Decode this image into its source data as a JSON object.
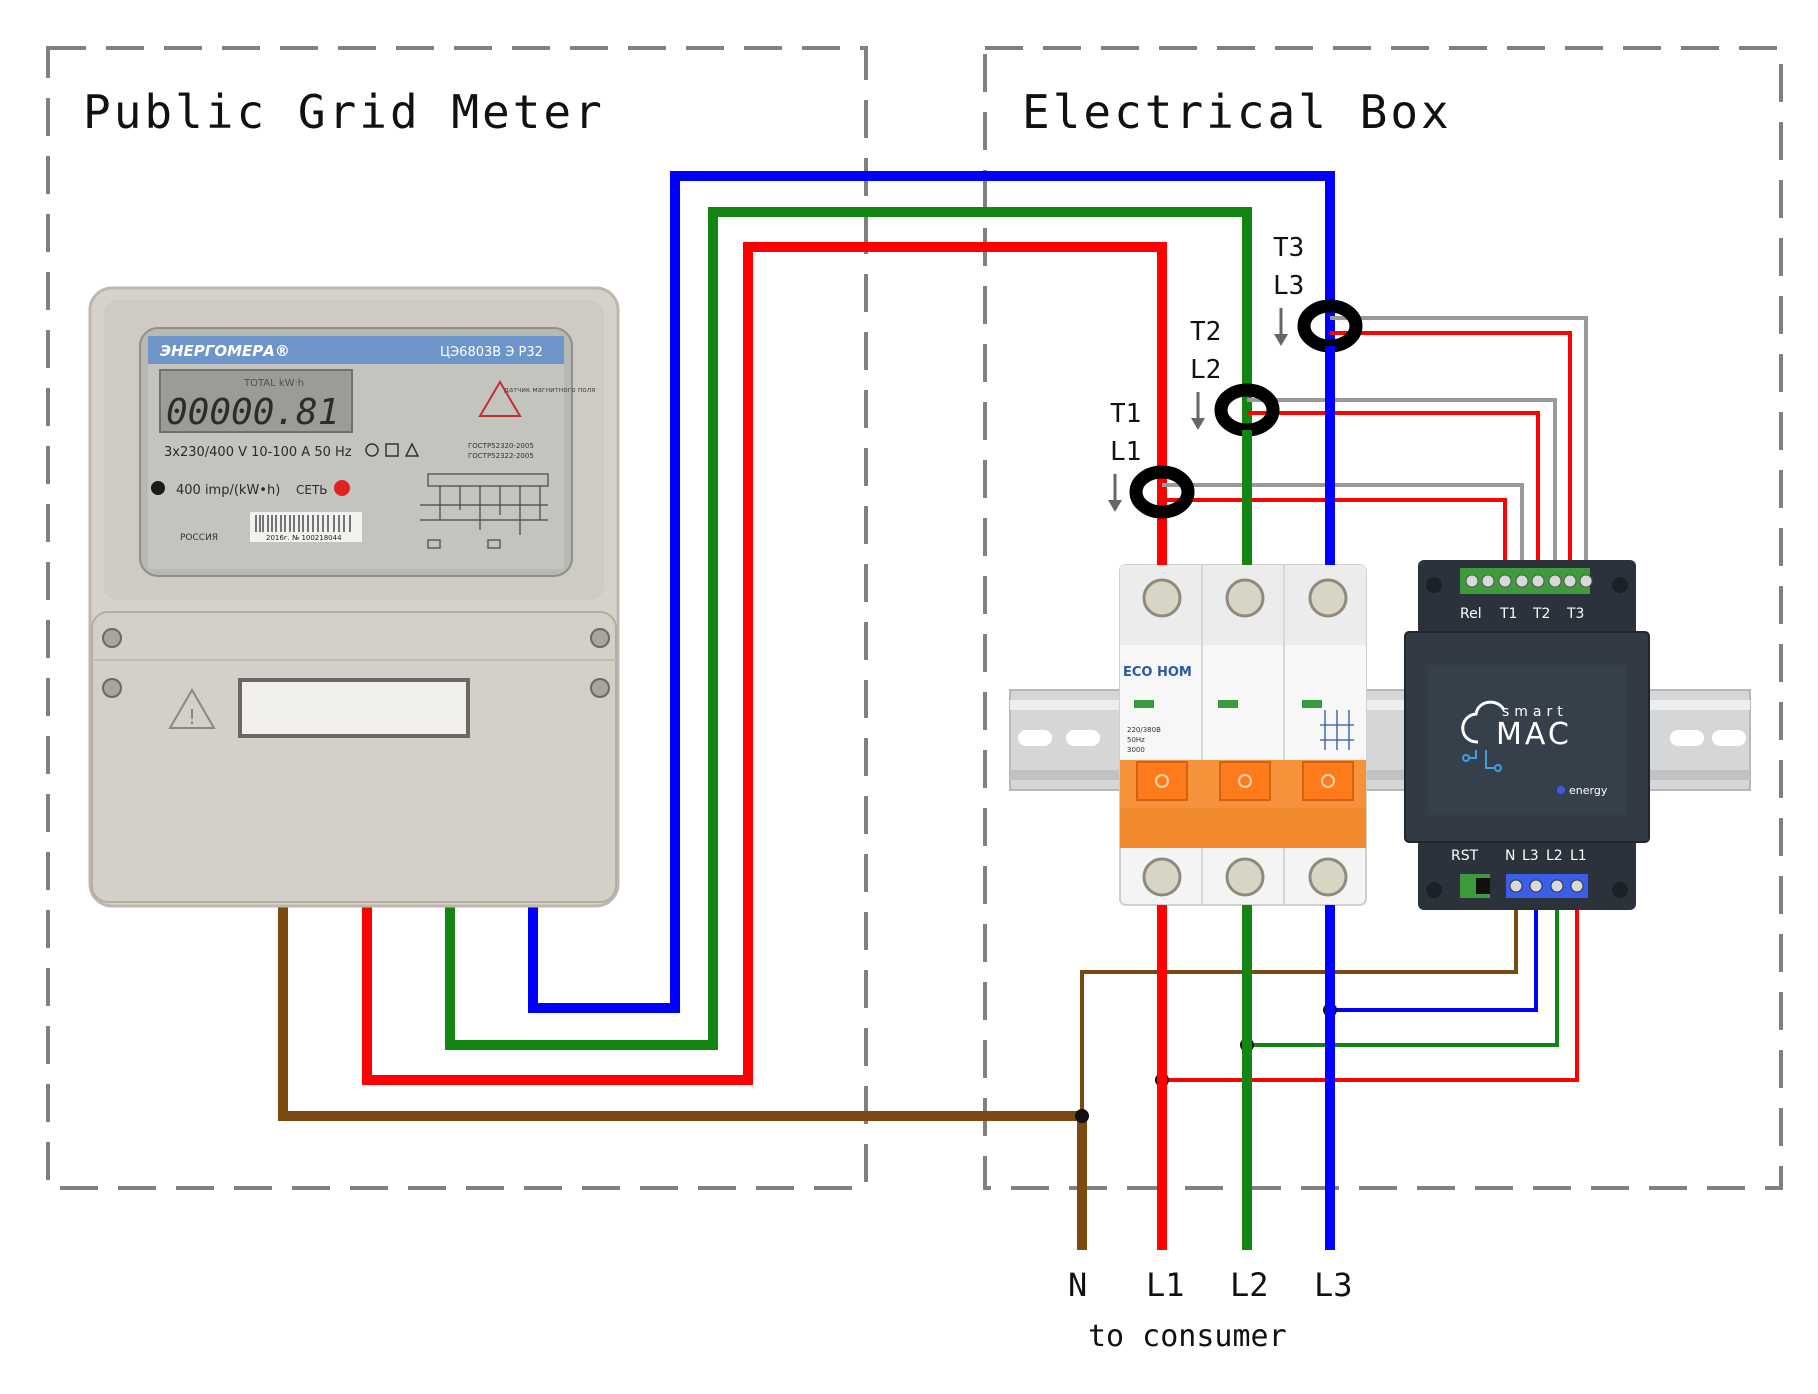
{
  "regions": {
    "meter_title": "Public Grid Meter",
    "box_title": "Electrical Box"
  },
  "meter": {
    "brand": "ЭНЕРГОМЕРА®",
    "model": "ЦЭ6803В Э Р32",
    "display_label": "TOTAL kW·h",
    "reading": "00000.81",
    "rating": "3x230/400 V  10-100 A   50 Hz",
    "impulse": "400 imp/(kW•h)",
    "network_label": "СЕТЬ",
    "country": "РОССИЯ",
    "standard_1": "ГОСТР52320-2005",
    "standard_2": "ГОСТР52322-2005",
    "warning_text": "датчик магнитного поля",
    "barcode_text": "2016г. № 100218044"
  },
  "breaker": {
    "brand": "ECO HOM",
    "spec_line_1": "220/380В",
    "spec_line_2": "50Hz",
    "spec_line_3": "3000"
  },
  "smartmac": {
    "brand_top": "smart",
    "brand_main": "MAC",
    "sub": "energy",
    "top_terminals": {
      "rel": "Rel",
      "t1": "T1",
      "t2": "T2",
      "t3": "T3"
    },
    "bottom_terminals": {
      "rst": "RST",
      "n": "N",
      "l3": "L3",
      "l2": "L2",
      "l1": "L1"
    }
  },
  "ct_labels": [
    {
      "t": "T1",
      "l": "L1"
    },
    {
      "t": "T2",
      "l": "L2"
    },
    {
      "t": "T3",
      "l": "L3"
    }
  ],
  "outputs": {
    "n": "N",
    "l1": "L1",
    "l2": "L2",
    "l3": "L3",
    "caption": "to consumer"
  },
  "colors": {
    "L1": "#ff0000",
    "L2": "#128512",
    "L3": "#0000ff",
    "N": "#7a4a12",
    "signal_grey": "#9a9a9a",
    "frame_dash": "#7f7f7f"
  }
}
